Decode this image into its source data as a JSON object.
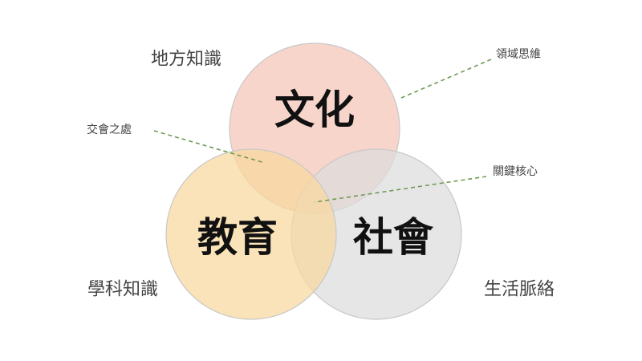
{
  "diagram": {
    "circles": {
      "culture": {
        "label": "文化",
        "fill": "#f4c5b7"
      },
      "education": {
        "label": "教育",
        "fill": "#f8d89c"
      },
      "society": {
        "label": "社會",
        "fill": "#dcdcdc"
      }
    },
    "domains": {
      "local_knowledge": "地方知識",
      "subject_knowledge": "學科知識",
      "life_context": "生活脈絡"
    },
    "callouts": {
      "domain_thinking": "領域思維",
      "intersection": "交會之處",
      "key_core": "關鍵核心"
    },
    "colors": {
      "leader_line": "#6f9a55",
      "circle_stroke": "#c8c8c8"
    }
  }
}
